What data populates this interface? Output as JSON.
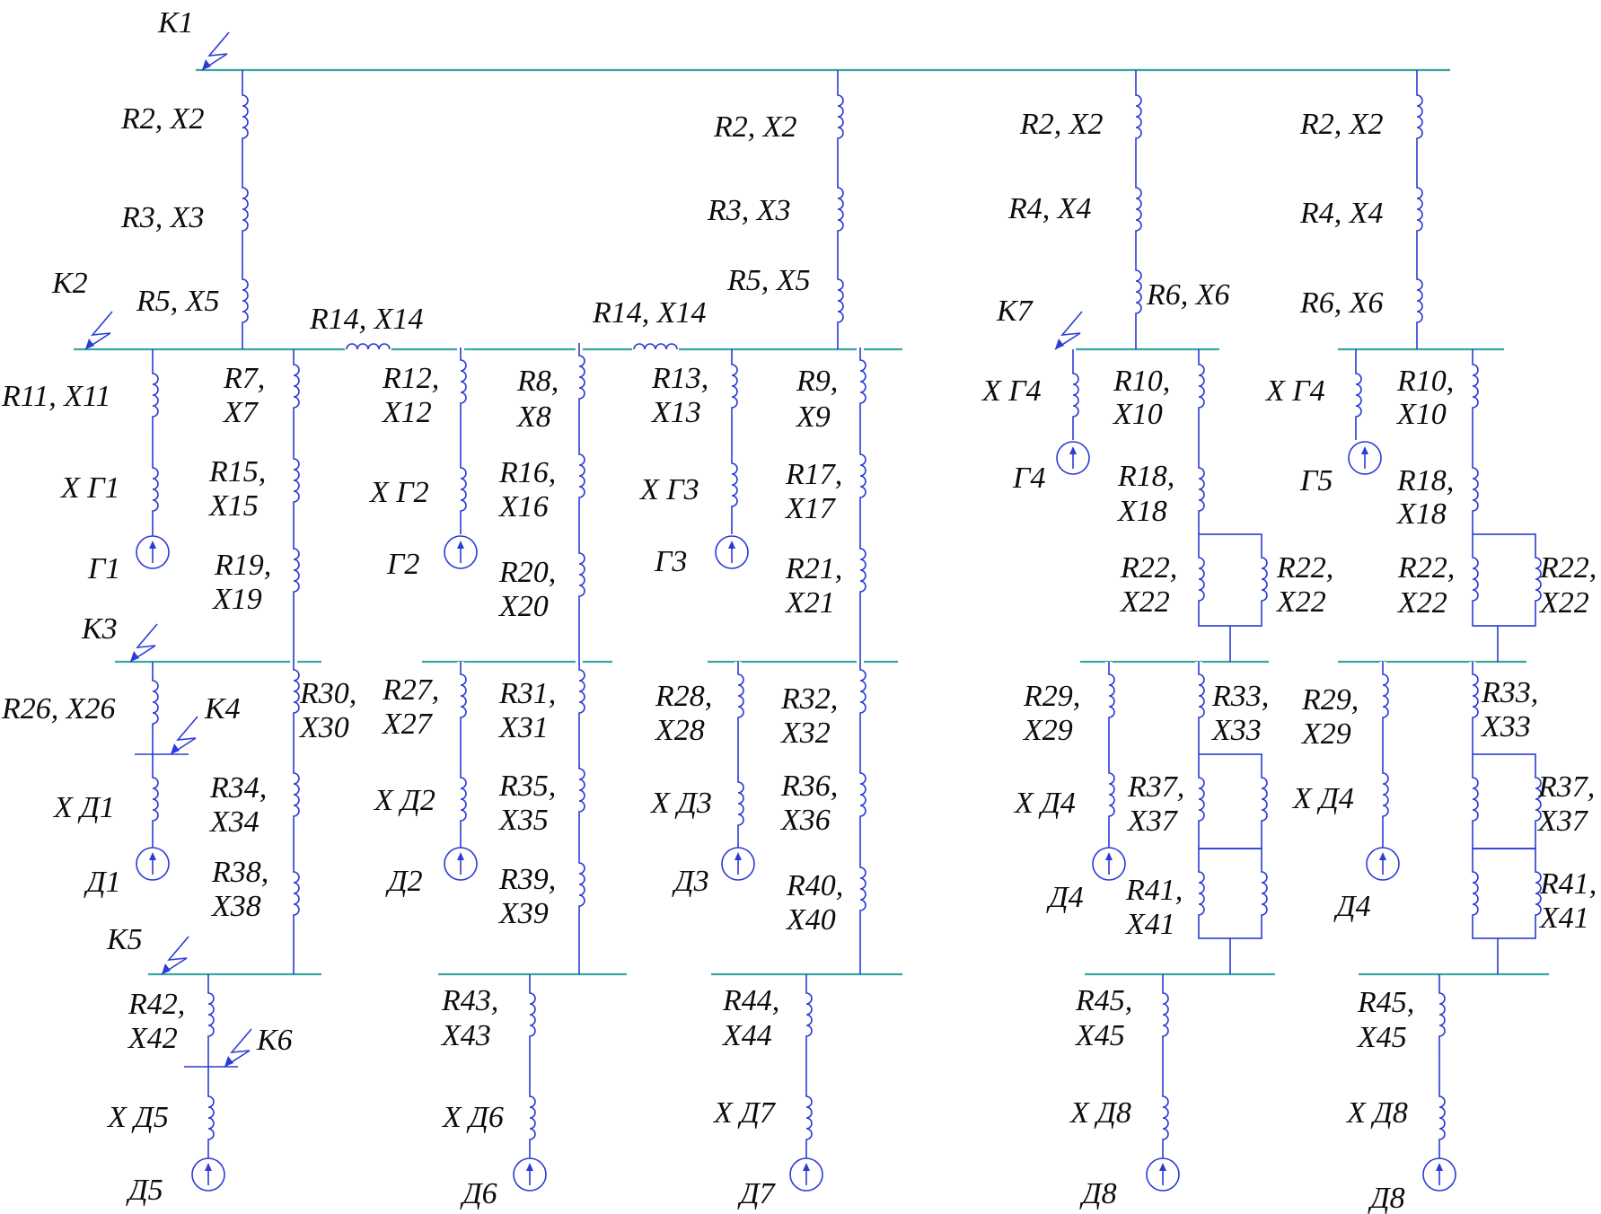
{
  "colors": {
    "bus": "#3aa6a6",
    "element": "#2b3bd6",
    "text": "#0c0c0c"
  },
  "faults": [
    "К1",
    "К2",
    "К3",
    "К4",
    "К5",
    "К6",
    "К7"
  ],
  "labels": [
    "R2, X2",
    "R3, X3",
    "R5, X5",
    "R2, X2",
    "R3, X3",
    "R5, X5",
    "R2, X2",
    "R4, X4",
    "R6, X6",
    "R2, X2",
    "R4, X4",
    "R6, X6",
    "R14, X14",
    "R14, X14",
    "R11, X11",
    "X Г1",
    "Г1",
    "R7,",
    "X7",
    "R15,",
    "X15",
    "R19,",
    "X19",
    "R12,",
    "X12",
    "X Г2",
    "Г2",
    "R8,",
    "X8",
    "R16,",
    "X16",
    "R20,",
    "X20",
    "R13,",
    "X13",
    "X Г3",
    "Г3",
    "R9,",
    "X9",
    "R17,",
    "X17",
    "R21,",
    "X21",
    "X Г4",
    "Г4",
    "R10,",
    "X10",
    "R18,",
    "X18",
    "R22,",
    "X22",
    "R22,",
    "X22",
    "X Г4",
    "Г5",
    "R10,",
    "X10",
    "R18,",
    "X18",
    "R22,",
    "X22",
    "R22,",
    "X22",
    "R26, X26",
    "X Д1",
    "Д1",
    "R30,",
    "X30",
    "R34,",
    "X34",
    "R38,",
    "X38",
    "R27,",
    "X27",
    "X Д2",
    "Д2",
    "R31,",
    "X31",
    "R35,",
    "X35",
    "R39,",
    "X39",
    "R28,",
    "X28",
    "X Д3",
    "Д3",
    "R32,",
    "X32",
    "R36,",
    "X36",
    "R40,",
    "X40",
    "R29,",
    "X29",
    "X Д4",
    "Д4",
    "R33,",
    "X33",
    "R37,",
    "X37",
    "R41,",
    "X41",
    "R29,",
    "X29",
    "X Д4",
    "Д4",
    "R33,",
    "X33",
    "R37,",
    "X37",
    "R41,",
    "X41",
    "R42,",
    "X42",
    "X Д5",
    "Д5",
    "R43,",
    "X43",
    "X Д6",
    "Д6",
    "R44,",
    "X44",
    "X Д7",
    "Д7",
    "R45,",
    "X45",
    "X Д8",
    "Д8",
    "R45,",
    "X45",
    "X Д8",
    "Д8"
  ]
}
